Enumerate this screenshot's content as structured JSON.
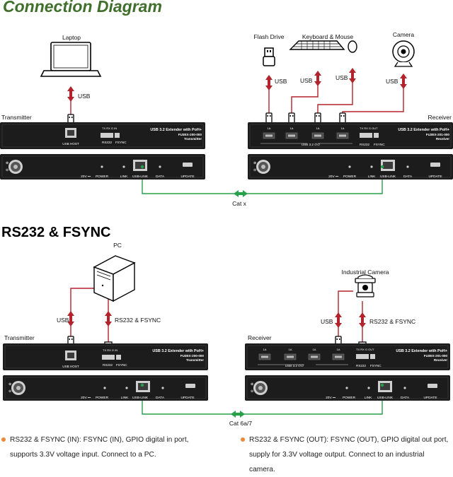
{
  "colors": {
    "title_green": "#3f6f2a",
    "cable_red": "#b3232b",
    "cable_green": "#27a04a",
    "bullet_orange": "#e9893a",
    "device_dark": "#1c1c1c"
  },
  "titles": {
    "connection": "Connection Diagram",
    "rs232": "RS232 & FSYNC"
  },
  "devices": {
    "laptop": "Laptop",
    "flash_drive": "Flash Drive",
    "keyboard_mouse": "Keyboard & Mouse",
    "camera": "Camera",
    "pc": "PC",
    "industrial_camera": "Industrial Camera"
  },
  "roles": {
    "transmitter": "Transmitter",
    "receiver": "Receiver"
  },
  "unit": {
    "name": "USB 3.2 Extender with PoH+",
    "tx_model": "FU3EX-200-000",
    "rx_model": "FU3EX-201-000",
    "tx_word": "Transmitter",
    "rx_word": "Receiver",
    "usb_host": "USB HOST",
    "rs232": "RS232",
    "fsync": "FSYNC",
    "tx_pins": "TX RX G IN",
    "rx_pins": "TX RX G OUT",
    "port_1a": "1A",
    "usb32_bar": "USB 3.2 ∅∅",
    "power_in": "20V ⎓",
    "power": "POWER",
    "link": "LINK",
    "usb_link": "USB-LINK",
    "data": "DATA",
    "update": "UPDATE"
  },
  "cables": {
    "usb": "USB",
    "rs232_fsync": "RS232 & FSYNC",
    "cat_x": "Cat x",
    "cat_6a7": "Cat 6a/7"
  },
  "notes": {
    "left": "RS232 & FSYNC (IN): FSYNC (IN), GPIO digital in port, supports 3.3V voltage input. Connect to a PC.",
    "right": "RS232 & FSYNC (OUT): FSYNC (OUT), GPIO digital out port, supply for 3.3V voltage output. Connect to an industrial camera."
  }
}
